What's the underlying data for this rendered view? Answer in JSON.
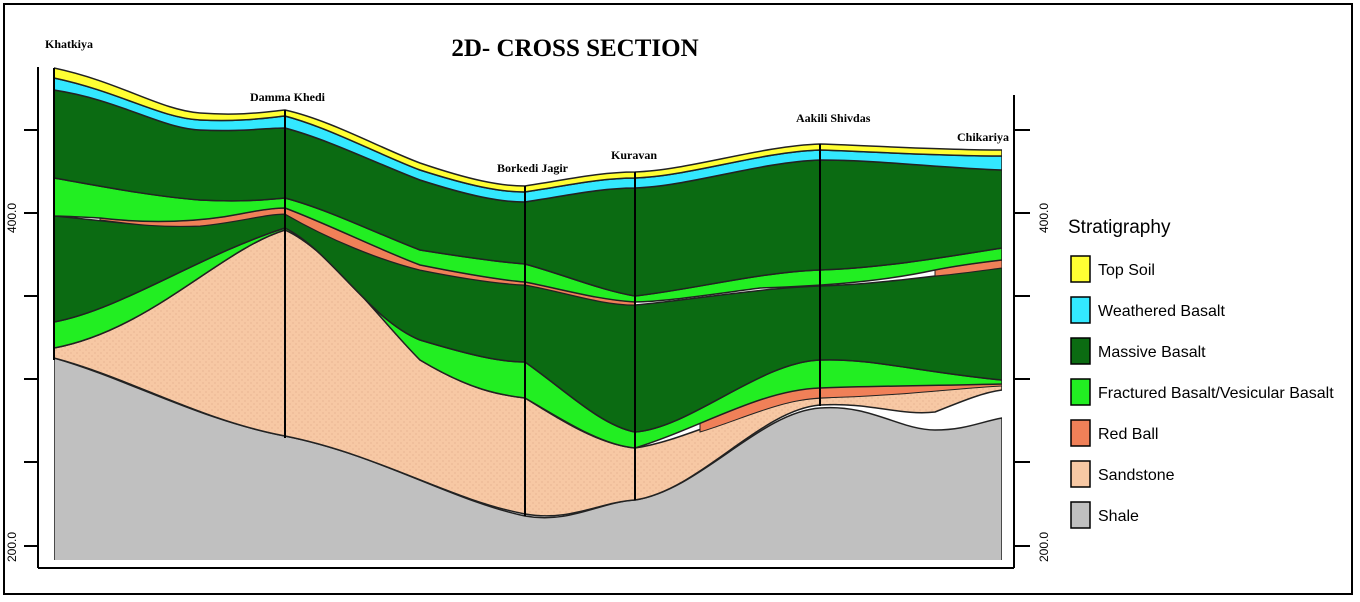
{
  "title": "2D- CROSS SECTION",
  "wells": [
    "Khatkiya",
    "Damma Khedi",
    "Borkedi Jagir",
    "Kuravan",
    "Aakili Shivdas",
    "Chikariya"
  ],
  "axis": {
    "top_label": "400.0",
    "bottom_label": "200.0",
    "ticks": [
      400,
      200
    ]
  },
  "legend": {
    "title": "Stratigraphy",
    "items": [
      {
        "label": "Top Soil",
        "color": "#ffff33"
      },
      {
        "label": "Weathered Basalt",
        "color": "#33e8ff"
      },
      {
        "label": "Massive Basalt",
        "color": "#0b6b12"
      },
      {
        "label": "Fractured Basalt/Vesicular Basalt",
        "color": "#22ee22"
      },
      {
        "label": "Red Ball",
        "color": "#f08058"
      },
      {
        "label": "Sandstone",
        "color": "#f7c8a4"
      },
      {
        "label": "Shale",
        "color": "#c0c0c0"
      }
    ]
  }
}
